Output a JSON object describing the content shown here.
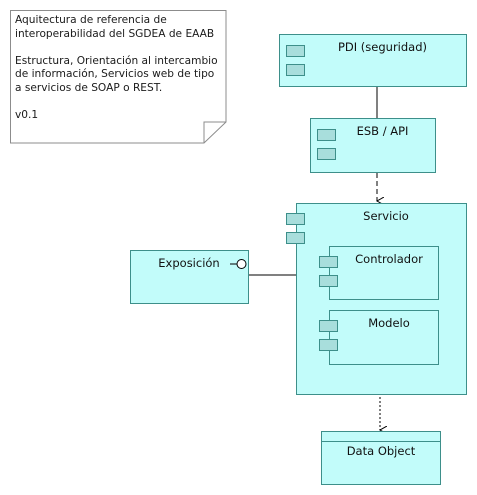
{
  "note": {
    "text": "Aquitectura de referencia de\ninteroperabilidad del SGDEA de EAAB\n\nEstructura, Orientación al intercambio\nde información, Servicios web de tipo\na servicios de SOAP o REST.\n\nv0.1"
  },
  "components": {
    "pdi": "PDI (seguridad)",
    "esb": "ESB / API",
    "servicio": "Servicio",
    "controlador": "Controlador",
    "modelo": "Modelo",
    "exposicion": "Exposición",
    "data_object": "Data Object"
  },
  "colors": {
    "component_fill": "#c2fcfa",
    "component_border": "#3d8f8a",
    "port_fill": "#a8dedc"
  }
}
